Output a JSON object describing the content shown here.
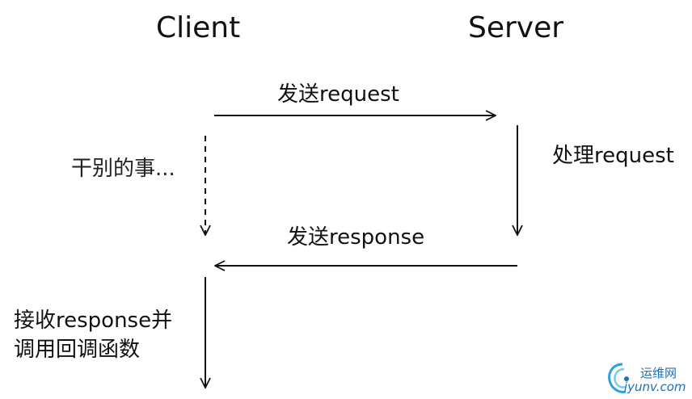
{
  "columns": {
    "client": "Client",
    "server": "Server"
  },
  "steps": {
    "send_request": "发送request",
    "process_request": "处理request",
    "send_response": "发送response",
    "do_other_things": "干别的事...",
    "receive_line1": "接收response并",
    "receive_line2": "调用回调函数"
  },
  "watermark": {
    "name": "运维网",
    "domain": "iyunv.com",
    "color": "#1e6fb6"
  },
  "colors": {
    "line": "#111111",
    "background": "#ffffff"
  }
}
